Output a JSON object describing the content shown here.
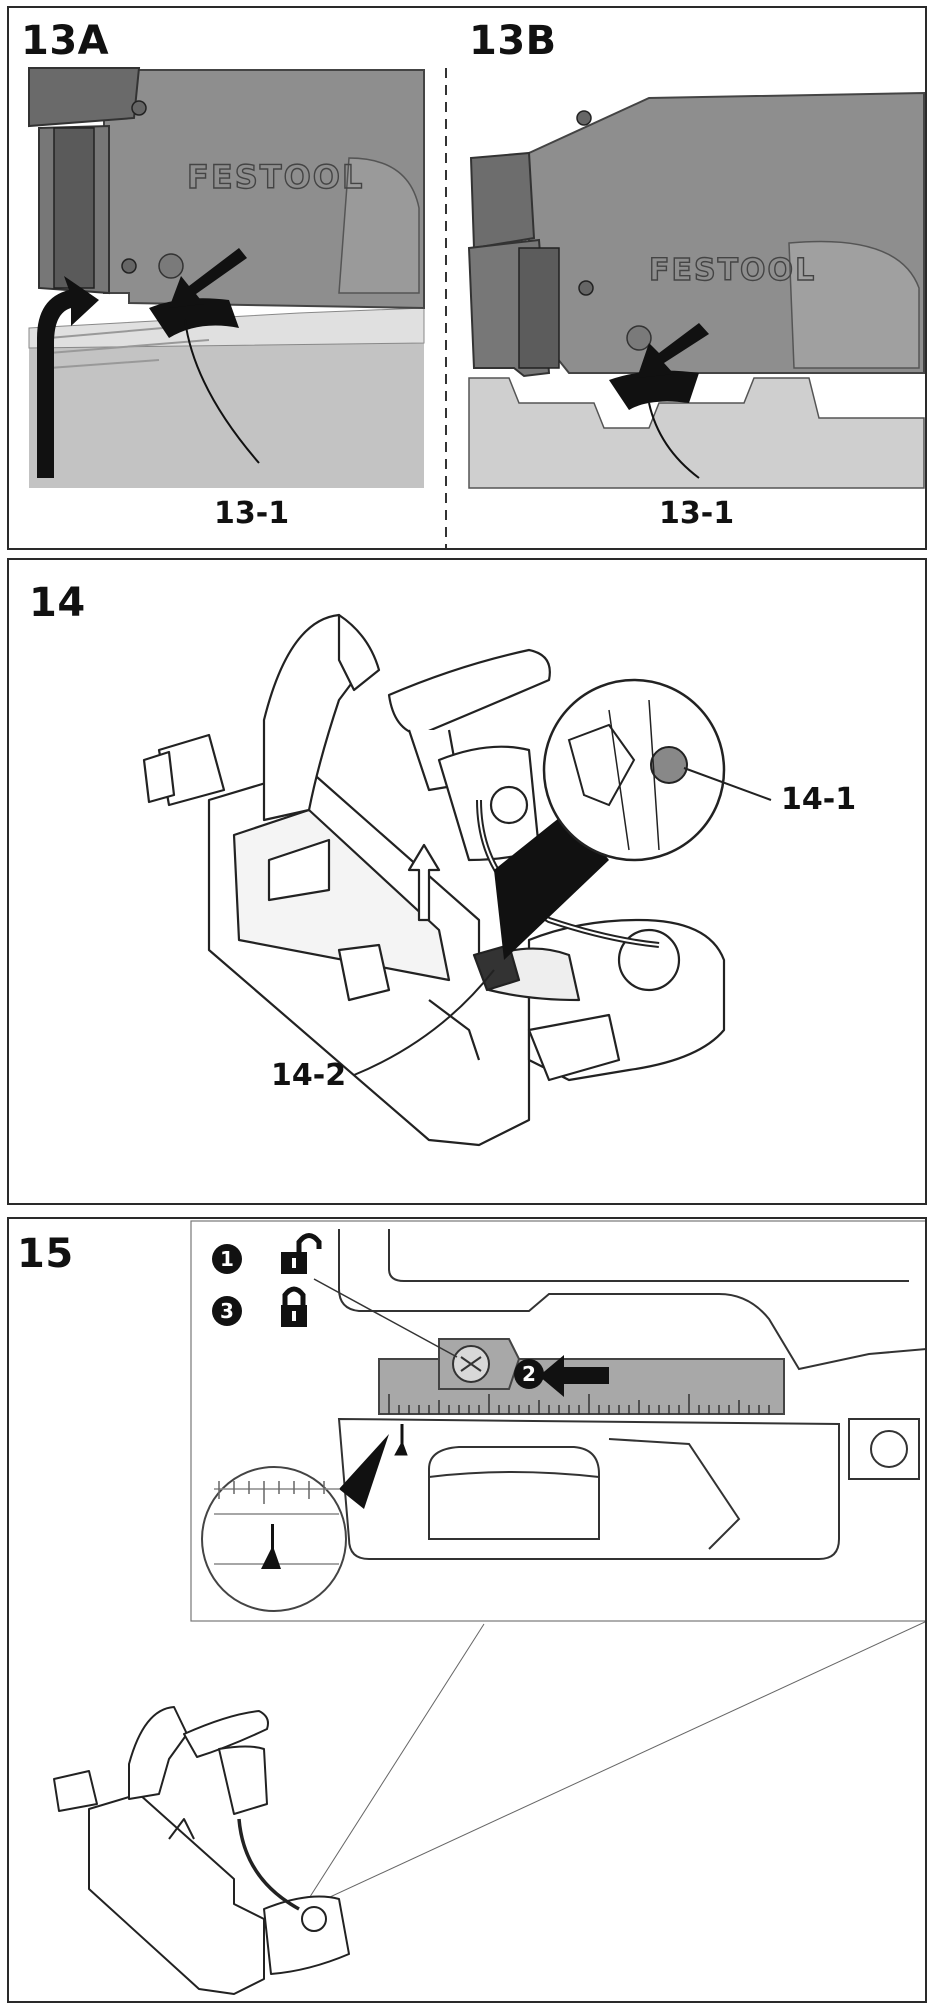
{
  "figures": {
    "fig13a": {
      "label": "13A",
      "callout": "13-1",
      "brand": "FESTOOL"
    },
    "fig13b": {
      "label": "13B",
      "callout": "13-1",
      "brand": "FESTOOL"
    },
    "fig14": {
      "label": "14",
      "callouts": [
        "14-1",
        "14-2"
      ]
    },
    "fig15": {
      "label": "15",
      "steps": [
        "1",
        "2",
        "3"
      ]
    }
  },
  "colors": {
    "housing": "#8c8c8c",
    "housing_dark": "#5e5e5e",
    "rail": "#b5b5b5",
    "arrow": "#111111",
    "scale": "#a6a6a6"
  },
  "icons": [
    "unlock-icon",
    "lock-icon",
    "arrow-icon"
  ]
}
